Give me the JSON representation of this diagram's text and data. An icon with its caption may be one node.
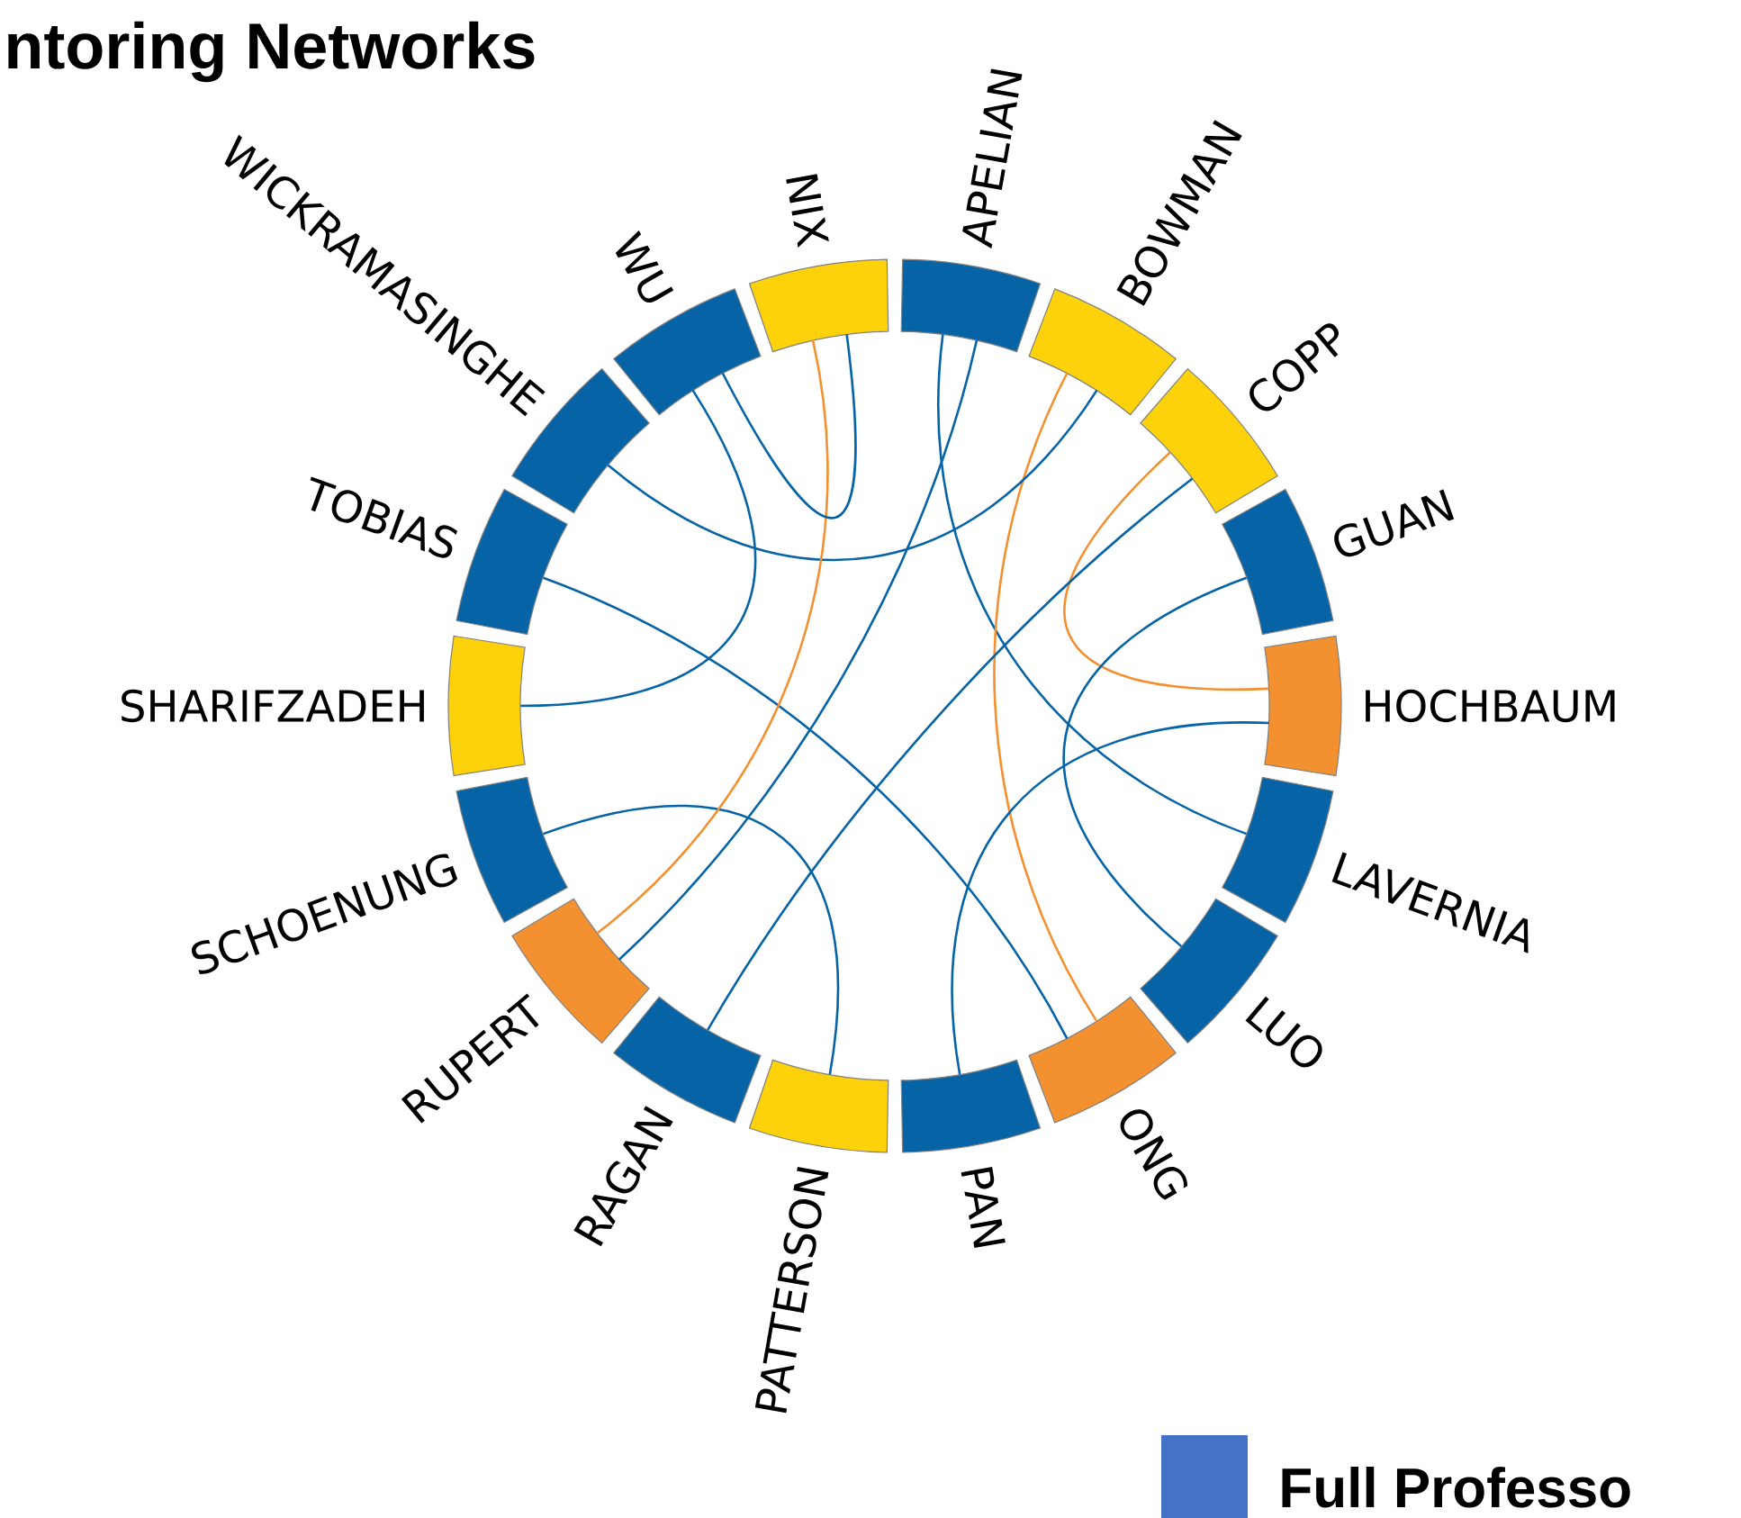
{
  "diagram": {
    "title": "ntoring Networks",
    "nodes": [
      {
        "text": [
          "APELIAN"
        ]
      },
      {
        "text": [
          "BOWMAN"
        ]
      },
      {
        "text": [
          "COPP"
        ]
      },
      {
        "text": [
          "GUAN"
        ]
      },
      {
        "text": [
          "HOCHBAUM"
        ]
      },
      {
        "text": [
          "LAVERNIA"
        ]
      },
      {
        "text": [
          "LUO"
        ]
      },
      {
        "text": [
          "ONG"
        ]
      },
      {
        "text": [
          "PAN"
        ]
      },
      {
        "text": [
          "PATTERSON"
        ]
      },
      {
        "text": [
          "RAGAN"
        ]
      },
      {
        "text": [
          "RUPERT"
        ]
      },
      {
        "text": [
          "SCHOENUNG"
        ]
      },
      {
        "text": [
          "SHARIFZADEH"
        ]
      },
      {
        "text": [
          "TOBIAS"
        ]
      },
      {
        "text": [
          "WICKRAMASINGHE"
        ]
      },
      {
        "text": [
          "WU"
        ]
      },
      {
        "text": [
          "NIX"
        ]
      }
    ],
    "edges": [
      {
        "from": 0,
        "to": 5,
        "arrow": "none"
      },
      {
        "from": 0,
        "to": 11,
        "arrow": "none"
      },
      {
        "from": 1,
        "to": 7,
        "arrow": "none",
        "color": "#f39030"
      },
      {
        "from": 1,
        "to": 15,
        "arrow": "none"
      },
      {
        "from": 2,
        "to": 4,
        "arrow": "none",
        "color": "#f39030"
      },
      {
        "from": 2,
        "to": 10,
        "arrow": "none"
      },
      {
        "from": 3,
        "to": 6,
        "arrow": "none"
      },
      {
        "from": 4,
        "to": 8,
        "arrow": "none"
      },
      {
        "from": 7,
        "to": 14,
        "arrow": "none"
      },
      {
        "from": 9,
        "to": 12,
        "arrow": "none"
      },
      {
        "from": 11,
        "to": 17,
        "arrow": "none",
        "color": "#f39030"
      },
      {
        "from": 13,
        "to": 16,
        "arrow": "none"
      },
      {
        "from": 16,
        "to": 17,
        "arrow": "none"
      }
    ],
    "legend": [
      {
        "text": "Full Professo",
        "color": "#4472c4"
      }
    ]
  }
}
